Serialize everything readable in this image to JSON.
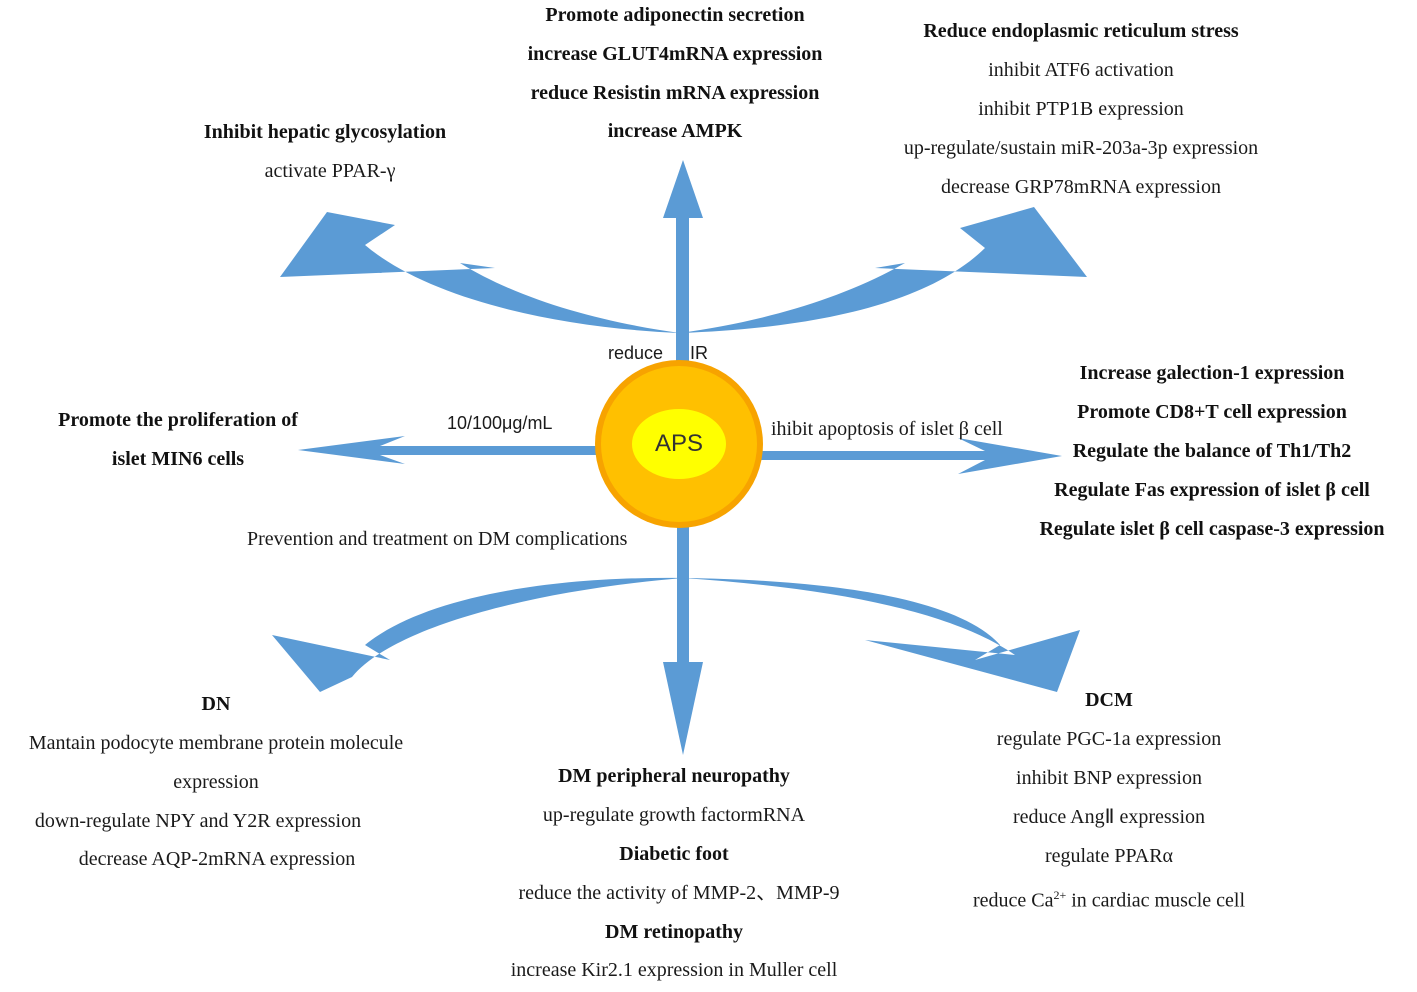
{
  "colors": {
    "arrow": "#5b9bd5",
    "outer_circle": "#f7a300",
    "outer_ring": "#ffc000",
    "inner_circle": "#ffff00"
  },
  "center": {
    "label": "APS"
  },
  "branches": {
    "reduce_ir": {
      "label_reduce": "reduce",
      "label_ir": "IR"
    },
    "dose": {
      "label": "10/100μg/mL"
    },
    "apoptosis": {
      "label": "ihibit apoptosis of islet β cell"
    },
    "complications": {
      "label": "Prevention and treatment on DM complications"
    }
  },
  "hepatic": {
    "title": "Inhibit hepatic glycosylation",
    "items": [
      "activate PPAR-γ"
    ]
  },
  "adiponectin": {
    "lines": [
      "Promote adiponectin secretion",
      "increase GLUT4mRNA expression",
      "reduce Resistin mRNA expression",
      "increase AMPK"
    ]
  },
  "er_stress": {
    "title": "Reduce endoplasmic reticulum stress",
    "items": [
      "inhibit ATF6 activation",
      "inhibit PTP1B expression",
      "up-regulate/sustain miR-203a-3p expression",
      "decrease GRP78mRNA expression"
    ]
  },
  "proliferation": {
    "lines": [
      "Promote the proliferation of",
      "islet MIN6 cells"
    ]
  },
  "galection": {
    "lines": [
      "Increase galection-1 expression",
      "Promote CD8+T cell expression",
      "Regulate the balance of Th1/Th2",
      "Regulate Fas expression of islet β cell",
      "Regulate islet β cell caspase-3 expression"
    ]
  },
  "dn": {
    "title": "DN",
    "items": [
      "Mantain podocyte membrane protein molecule",
      "expression",
      "down-regulate NPY and Y2R expression",
      "decrease AQP-2mRNA expression"
    ]
  },
  "neuropathy": {
    "title": "DM peripheral neuropathy",
    "item": "up-regulate growth factormRNA",
    "foot_title": "Diabetic foot",
    "foot_item": "reduce the activity of MMP-2、MMP-9",
    "retino_title": "DM retinopathy",
    "retino_item": "increase Kir2.1 expression in Muller cell"
  },
  "dcm": {
    "title": "DCM",
    "items": [
      "regulate PGC-1a expression",
      "inhibit BNP expression",
      "reduce AngⅡ expression",
      "regulate PPARα"
    ],
    "last_pre": "reduce Ca",
    "last_sup": "2+",
    "last_post": " in cardiac muscle cell"
  }
}
